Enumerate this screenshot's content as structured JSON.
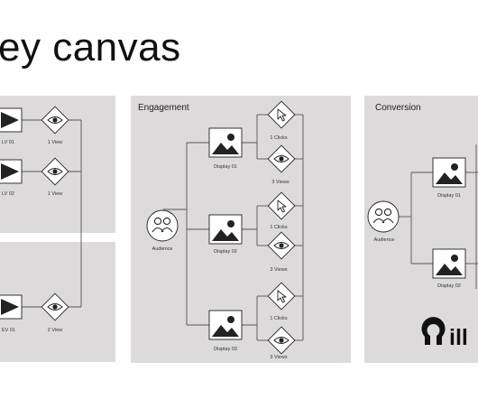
{
  "page": {
    "title": "ey canvas"
  },
  "panels": {
    "engagement": {
      "label": "Engagement"
    },
    "conversion": {
      "label": "Conversion"
    }
  },
  "left_top": {
    "node1_label": "LV 01",
    "view1_label": "1 View",
    "node2_label": "LV 02",
    "view2_label": "1 View"
  },
  "left_bottom": {
    "node_label": "EV 01",
    "view_label": "2 View"
  },
  "engagement": {
    "audience_label": "Audience",
    "displays": [
      "Display 01",
      "Display 02",
      "Display 03"
    ],
    "clicks": [
      "1 Clicks",
      "1 Clicks",
      "1 Clicks"
    ],
    "views": [
      "3 Views",
      "3 Views",
      "3 Views"
    ]
  },
  "conversion": {
    "audience_label": "Audience",
    "displays": [
      "Display 01",
      "Display 02"
    ]
  },
  "logo": {
    "text": "ill"
  },
  "colors": {
    "panel": "#dcdada",
    "node_fill": "#ffffff",
    "icon": "#222222",
    "line": "#555555"
  }
}
